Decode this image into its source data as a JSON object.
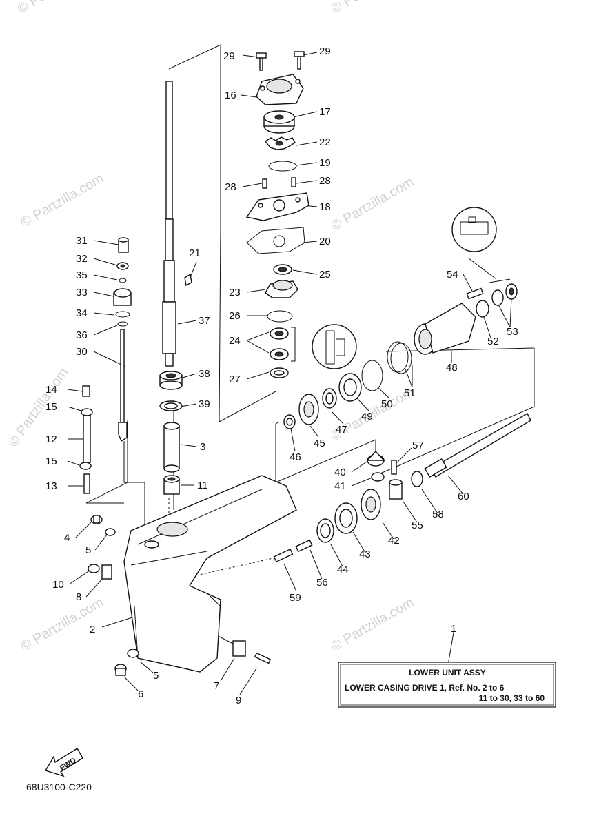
{
  "watermarks": [
    "© Partzilla.com",
    "© Partzilla.com",
    "© Partzilla.com",
    "© Partzilla.com",
    "© Partzilla.com",
    "© Partzilla.com",
    "© Partzilla.com",
    "© Partzilla.com"
  ],
  "callouts": [
    "29",
    "29",
    "16",
    "17",
    "22",
    "19",
    "28",
    "28",
    "18",
    "20",
    "25",
    "23",
    "26",
    "24",
    "27",
    "21",
    "37",
    "38",
    "39",
    "3",
    "11",
    "31",
    "32",
    "35",
    "33",
    "34",
    "36",
    "30",
    "14",
    "15",
    "12",
    "15",
    "13",
    "4",
    "5",
    "10",
    "8",
    "2",
    "5",
    "6",
    "7",
    "9",
    "54",
    "52",
    "53",
    "48",
    "51",
    "50",
    "49",
    "47",
    "45",
    "46",
    "57",
    "40",
    "41",
    "55",
    "58",
    "60",
    "42",
    "43",
    "44",
    "56",
    "59",
    "1"
  ],
  "assy_box": {
    "title": "LOWER UNIT ASSY",
    "line1": "LOWER CASING DRIVE 1,  Ref. No. 2 to 6",
    "line2": "11 to 30, 33 to 60"
  },
  "fwd_label": "FWD",
  "doc_code": "68U3100-C220"
}
